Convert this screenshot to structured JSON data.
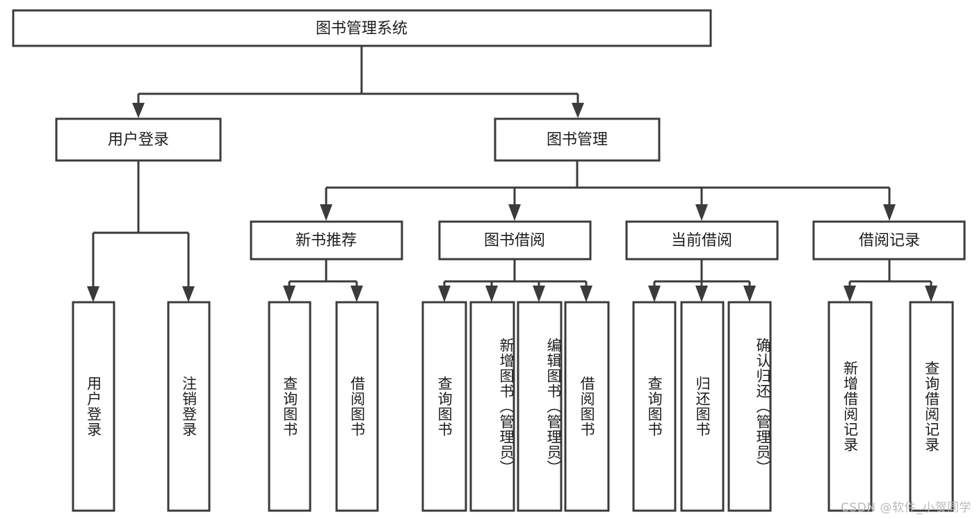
{
  "diagram": {
    "type": "tree-hierarchy",
    "title": "图书管理系统",
    "watermark": "CSDN @软件_小贺同学",
    "root": {
      "id": "root",
      "label": "图书管理系统",
      "orientation": "horizontal"
    },
    "level2": [
      {
        "id": "user-login",
        "label": "用户登录",
        "orientation": "horizontal"
      },
      {
        "id": "book-manage",
        "label": "图书管理",
        "orientation": "horizontal"
      }
    ],
    "level3": [
      {
        "id": "new-book-recommend",
        "label": "新书推荐",
        "orientation": "horizontal",
        "parent": "book-manage"
      },
      {
        "id": "book-borrow",
        "label": "图书借阅",
        "orientation": "horizontal",
        "parent": "book-manage"
      },
      {
        "id": "current-borrow",
        "label": "当前借阅",
        "orientation": "horizontal",
        "parent": "book-manage"
      },
      {
        "id": "borrow-record",
        "label": "借阅记录",
        "orientation": "horizontal",
        "parent": "book-manage"
      }
    ],
    "leaves": [
      {
        "id": "leaf-user-login",
        "label": "用户登录",
        "parent": "user-login",
        "orientation": "vertical"
      },
      {
        "id": "leaf-logout-login",
        "label": "注销登录",
        "parent": "user-login",
        "orientation": "vertical"
      },
      {
        "id": "leaf-query-book-1",
        "label": "查询图书",
        "parent": "new-book-recommend",
        "orientation": "vertical"
      },
      {
        "id": "leaf-borrow-book-1",
        "label": "借阅图书",
        "parent": "new-book-recommend",
        "orientation": "vertical"
      },
      {
        "id": "leaf-query-book-2",
        "label": "查询图书",
        "parent": "book-borrow",
        "orientation": "vertical"
      },
      {
        "id": "leaf-add-book",
        "label": "新增图书（管理员）",
        "parent": "book-borrow",
        "orientation": "vertical"
      },
      {
        "id": "leaf-edit-book",
        "label": "编辑图书（管理员）",
        "parent": "book-borrow",
        "orientation": "vertical"
      },
      {
        "id": "leaf-borrow-book-2",
        "label": "借阅图书",
        "parent": "book-borrow",
        "orientation": "vertical"
      },
      {
        "id": "leaf-query-book-3",
        "label": "查询图书",
        "parent": "current-borrow",
        "orientation": "vertical"
      },
      {
        "id": "leaf-return-book",
        "label": "归还图书",
        "parent": "current-borrow",
        "orientation": "vertical"
      },
      {
        "id": "leaf-confirm-return",
        "label": "确认归还（管理员）",
        "parent": "current-borrow",
        "orientation": "vertical"
      },
      {
        "id": "leaf-add-record",
        "label": "新增借阅记录",
        "parent": "borrow-record",
        "orientation": "vertical"
      },
      {
        "id": "leaf-query-record",
        "label": "查询借阅记录",
        "parent": "borrow-record",
        "orientation": "vertical"
      }
    ],
    "colors": {
      "stroke": "#3b3b3b",
      "fill": "#ffffff",
      "text": "#1d1d1d",
      "watermark": "#b9b9b9"
    }
  }
}
